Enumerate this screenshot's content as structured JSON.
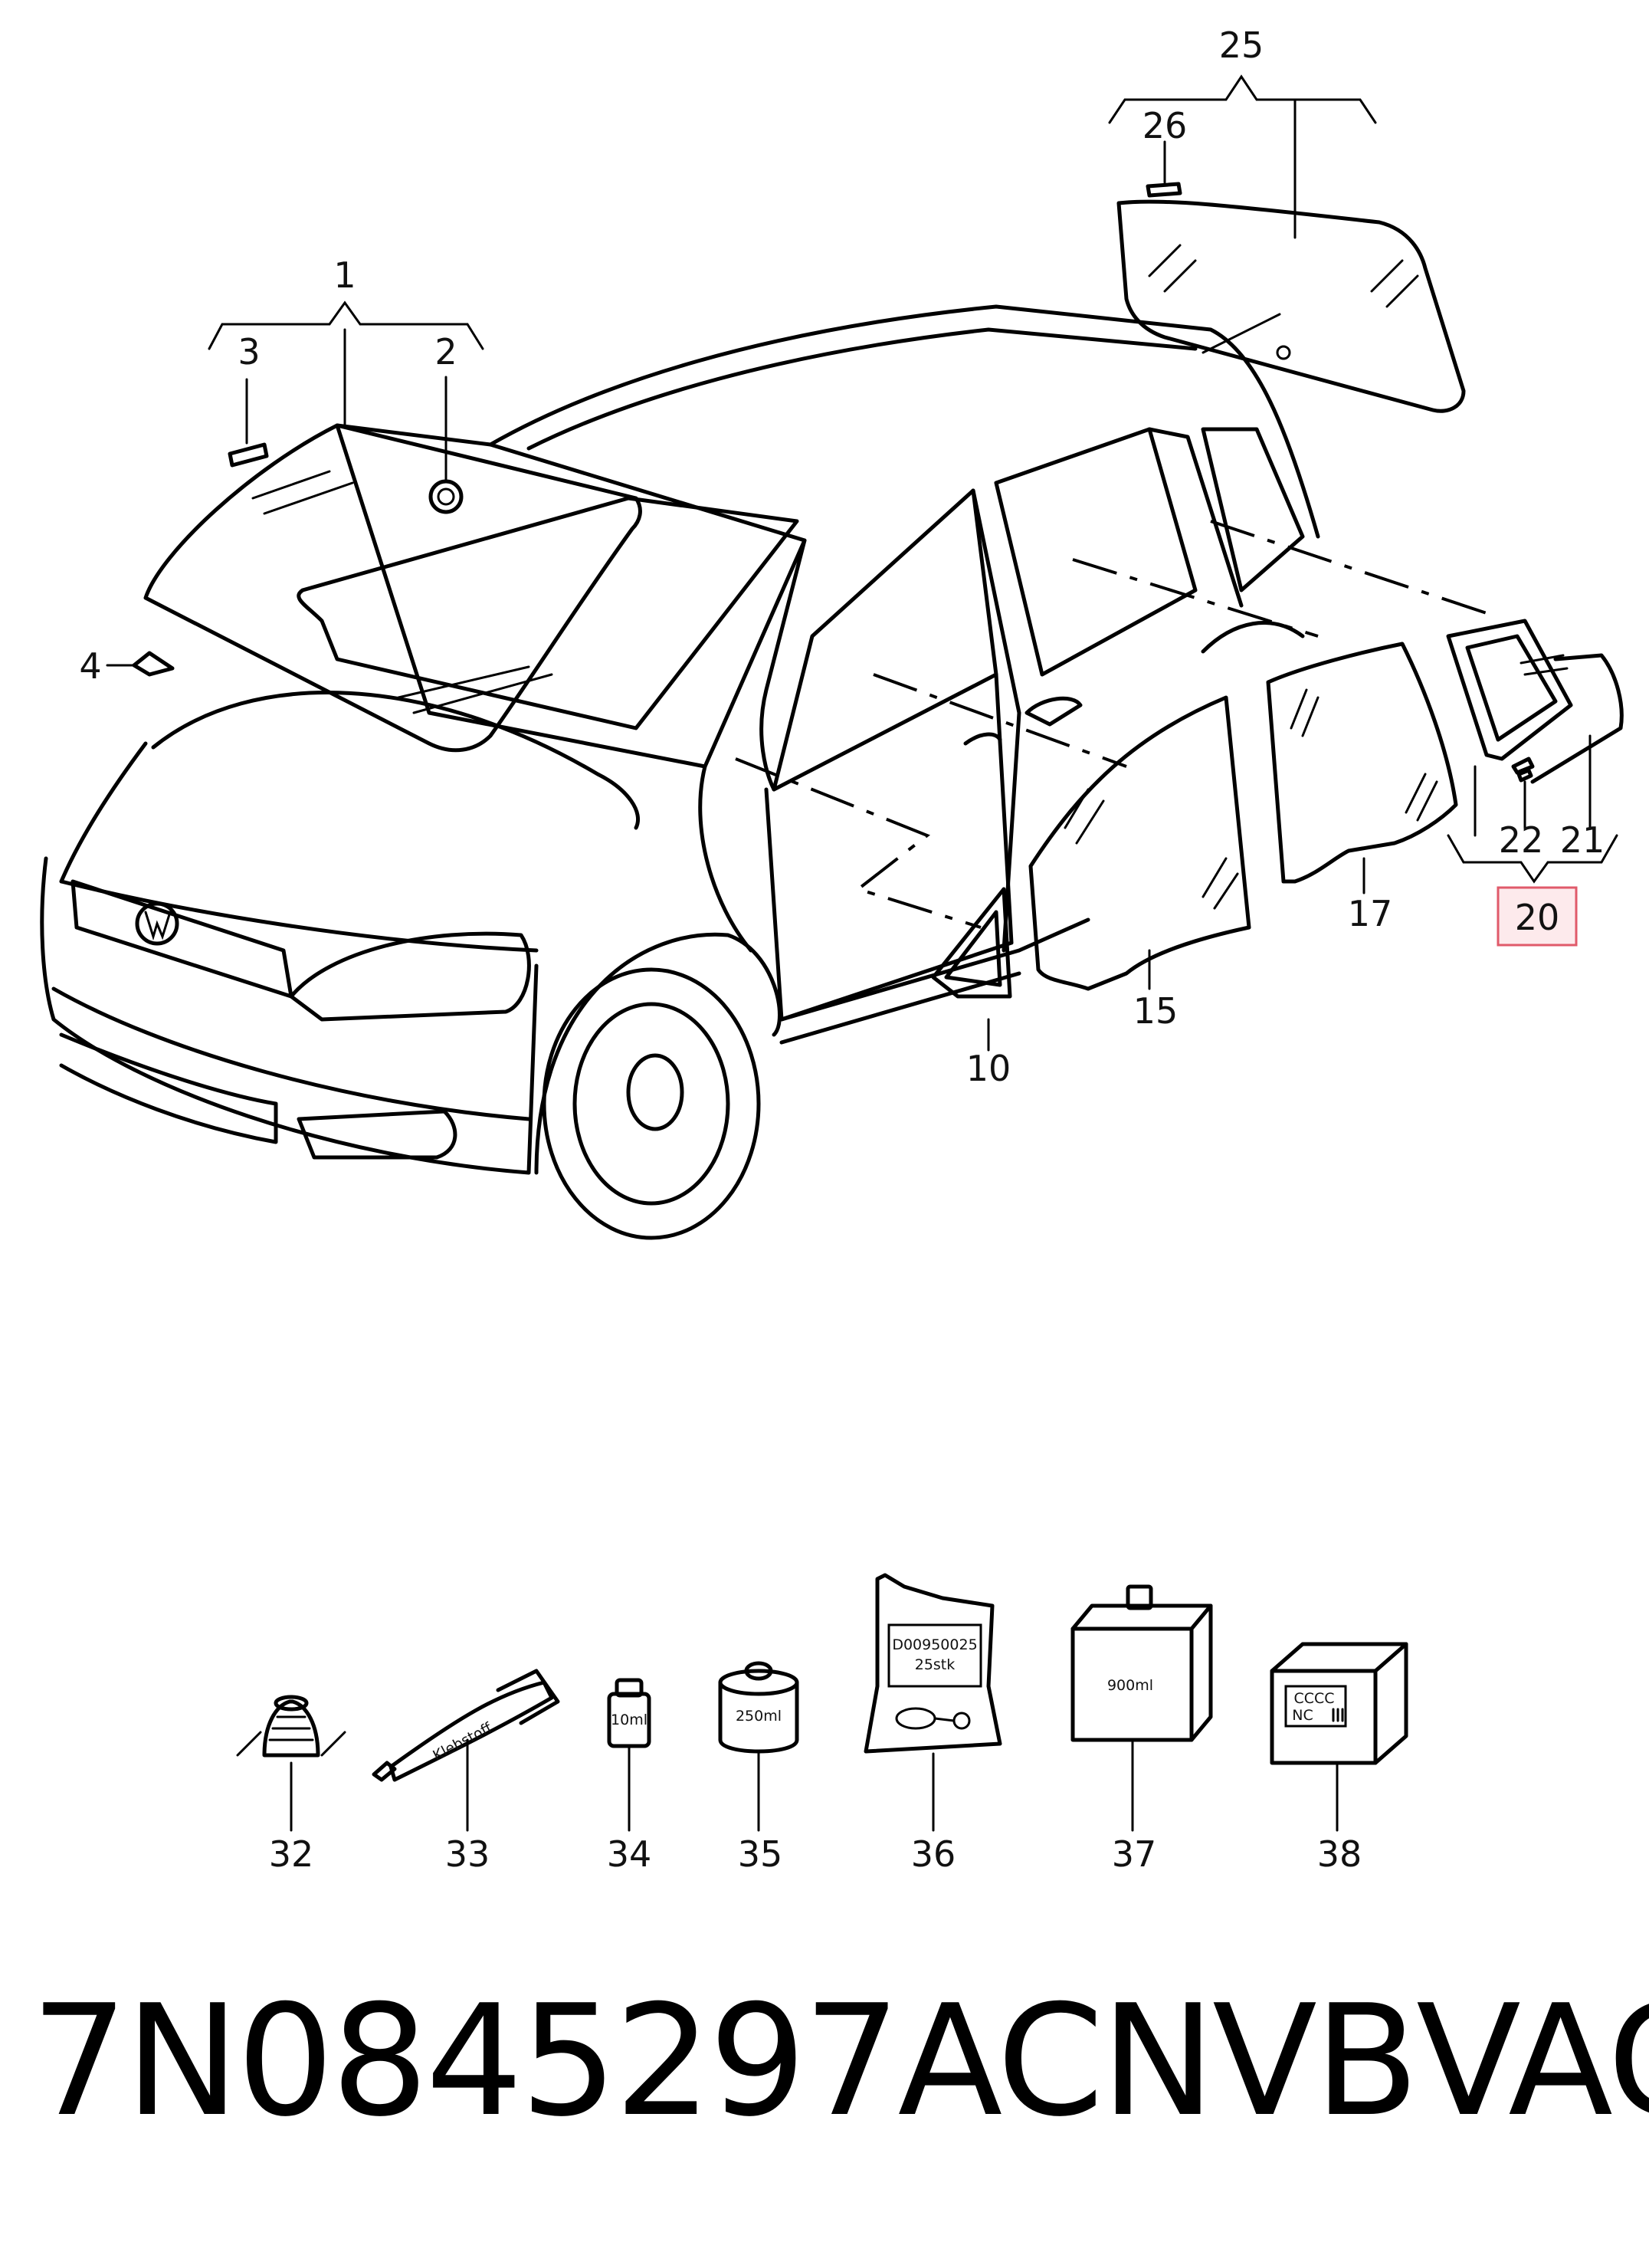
{
  "callouts": {
    "c1": "1",
    "c2": "2",
    "c3": "3",
    "c4": "4",
    "c10": "10",
    "c15": "15",
    "c17": "17",
    "c20": "20",
    "c21": "21",
    "c22": "22",
    "c25": "25",
    "c26": "26",
    "c32": "32",
    "c33": "33",
    "c34": "34",
    "c35": "35",
    "c36": "36",
    "c37": "37",
    "c38": "38"
  },
  "item_labels": {
    "tube": "Klebstoff",
    "bottle_small": "10ml",
    "can": "250ml",
    "bag_code": "D00950025",
    "bag_qty": "25stk",
    "canister": "900ml",
    "box_line1": "CCCC",
    "box_line2": "NC"
  },
  "footer": {
    "part_number": "7N0845297ACNVB",
    "brand": "VAG"
  },
  "highlight": {
    "callout": "20",
    "color": "#e05a6a"
  }
}
